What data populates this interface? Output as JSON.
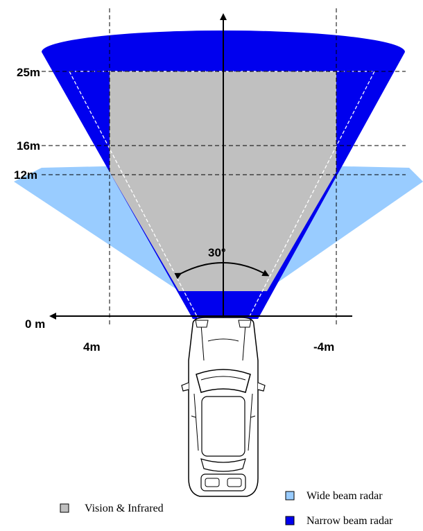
{
  "distance_labels": {
    "d25": "25m",
    "d16": "16m",
    "d12": "12m",
    "d0": "0 m"
  },
  "lateral_labels": {
    "left": "4m",
    "right": "-4m"
  },
  "angle_label": "30°",
  "legend": {
    "wide": "Wide beam radar",
    "narrow": "Narrow beam radar",
    "vision": "Vision & Infrared"
  },
  "colors": {
    "wide_beam": "#99ccff",
    "narrow_beam": "#0000ee",
    "vision": "#c0c0c0"
  }
}
